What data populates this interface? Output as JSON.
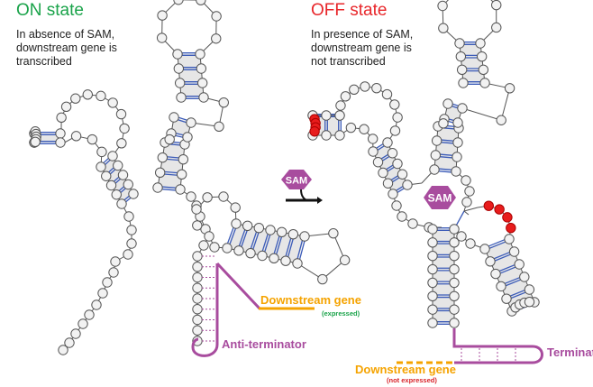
{
  "on_panel": {
    "title": "ON state",
    "title_color": "#1aa34a",
    "description": [
      "In absence of SAM,",
      "downstream gene is",
      "transcribed"
    ],
    "labels": {
      "downstream_gene": "Downstream gene",
      "downstream_status": "(expressed)",
      "anti_terminator": "Anti-terminator"
    }
  },
  "off_panel": {
    "title": "OFF state",
    "title_color": "#e8262a",
    "description": [
      "In presence of SAM,",
      "downstream gene is",
      "not transcribed"
    ],
    "labels": {
      "downstream_gene": "Downstream gene",
      "downstream_status": "(not expressed)",
      "terminator": "Terminator",
      "sam_bound": "SAM"
    }
  },
  "transition": {
    "ligand": "SAM",
    "arrow": "arrow-right"
  },
  "colors": {
    "sam": "#a84c9e",
    "gene": "#f5a300",
    "expressed": "#1aa34a",
    "not_expressed": "#d8232a",
    "basepair": "#3b5bb8",
    "terminator": "#a84c9e",
    "highlight_nucleotide": "#e81c1c"
  }
}
